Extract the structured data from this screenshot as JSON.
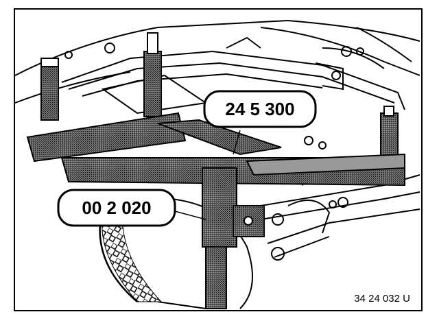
{
  "callouts": {
    "upper": "24 5 300",
    "lower": "00 2 020"
  },
  "figure_id": "34 24 032 U",
  "colors": {
    "ink": "#000000",
    "paper": "#ffffff",
    "hatch": "#5a5a5a"
  }
}
